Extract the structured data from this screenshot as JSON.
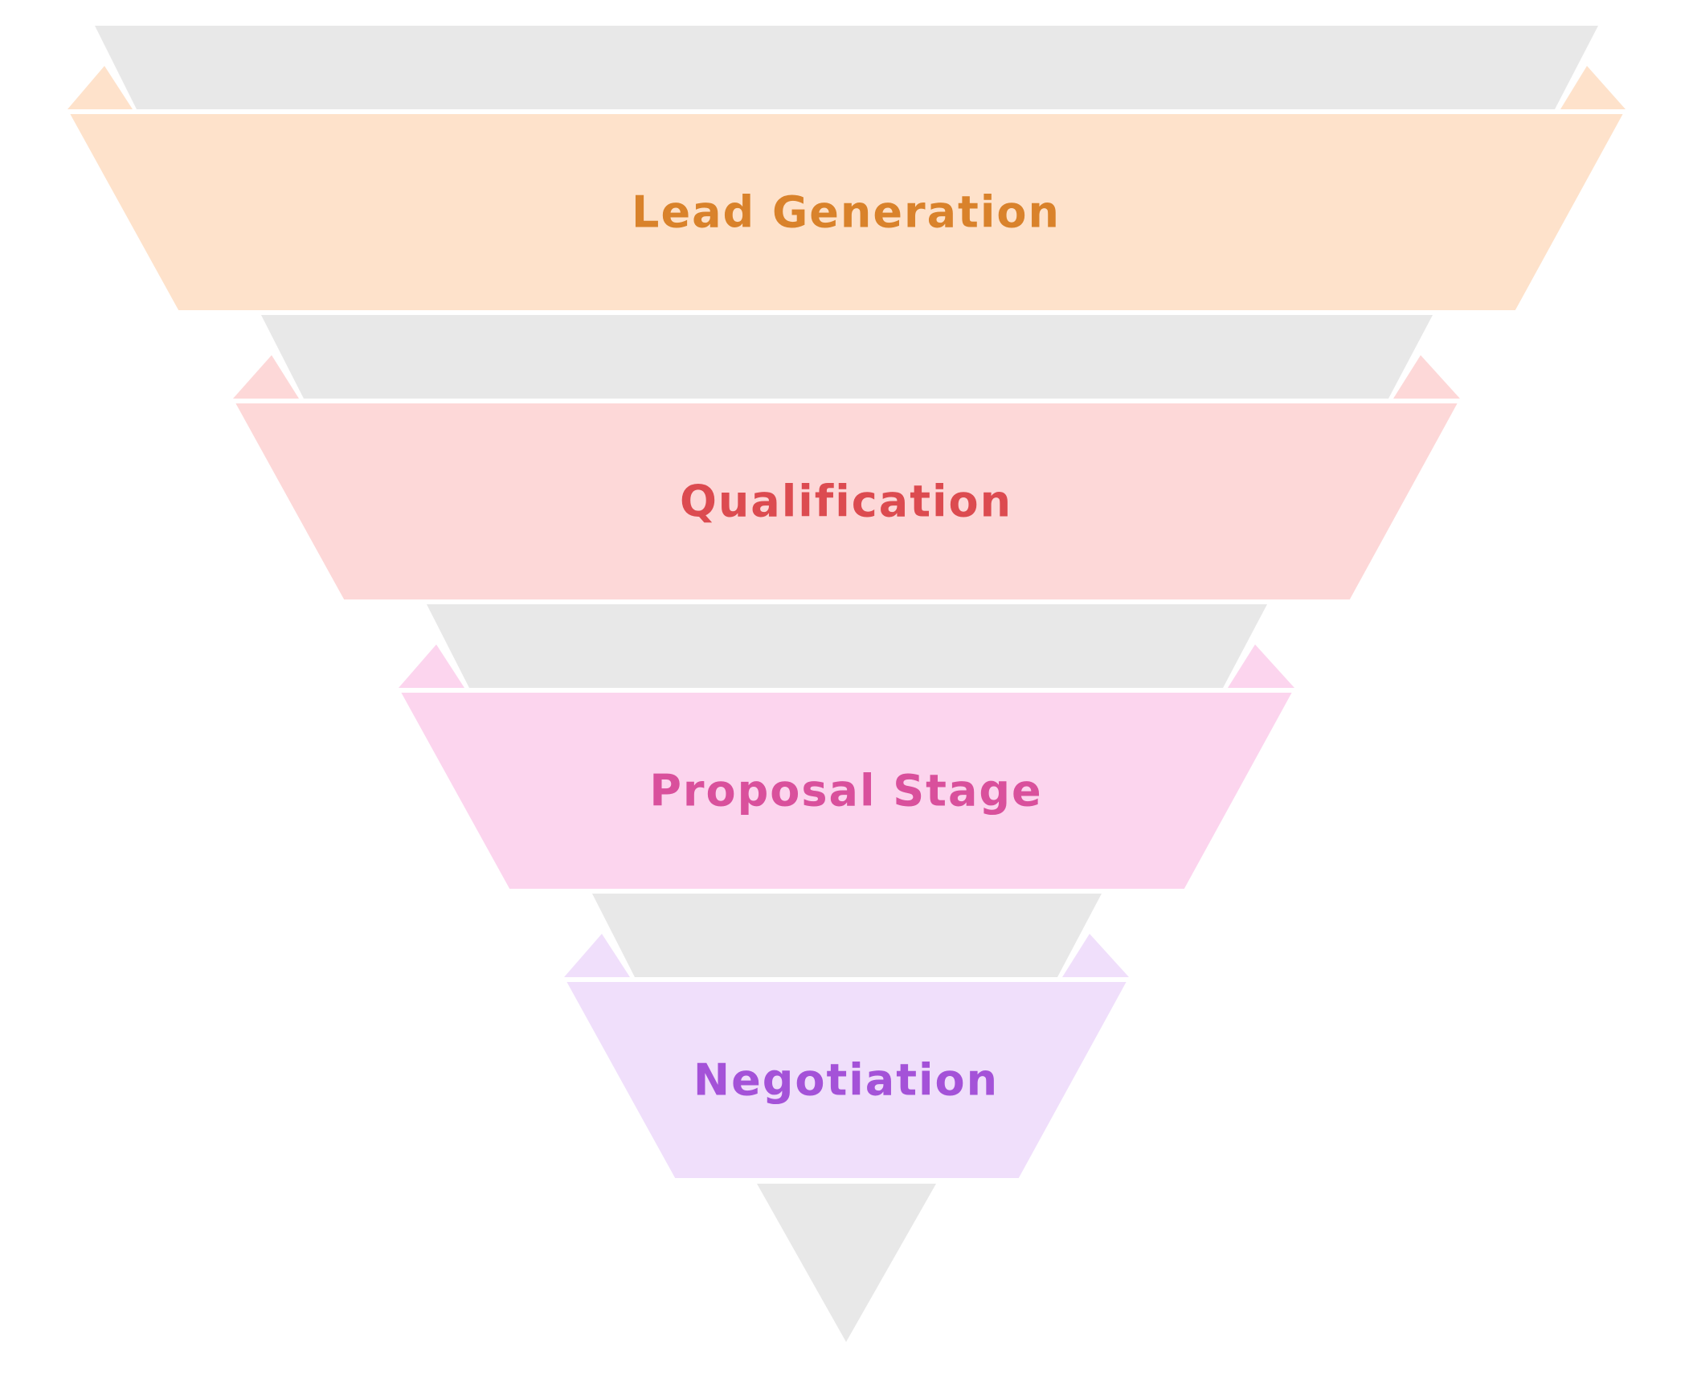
{
  "funnel": {
    "stages": [
      {
        "label": "Lead Generation",
        "fill_color": "#fee2cb",
        "text_color": "#d9822b"
      },
      {
        "label": "Qualification",
        "fill_color": "#fdd8d8",
        "text_color": "#dc4b50"
      },
      {
        "label": "Proposal Stage",
        "fill_color": "#fcd5ee",
        "text_color": "#d9509c"
      },
      {
        "label": "Negotiation",
        "fill_color": "#f0dffb",
        "text_color": "#a452d8"
      }
    ],
    "shadow_color": "#e8e8e8"
  }
}
